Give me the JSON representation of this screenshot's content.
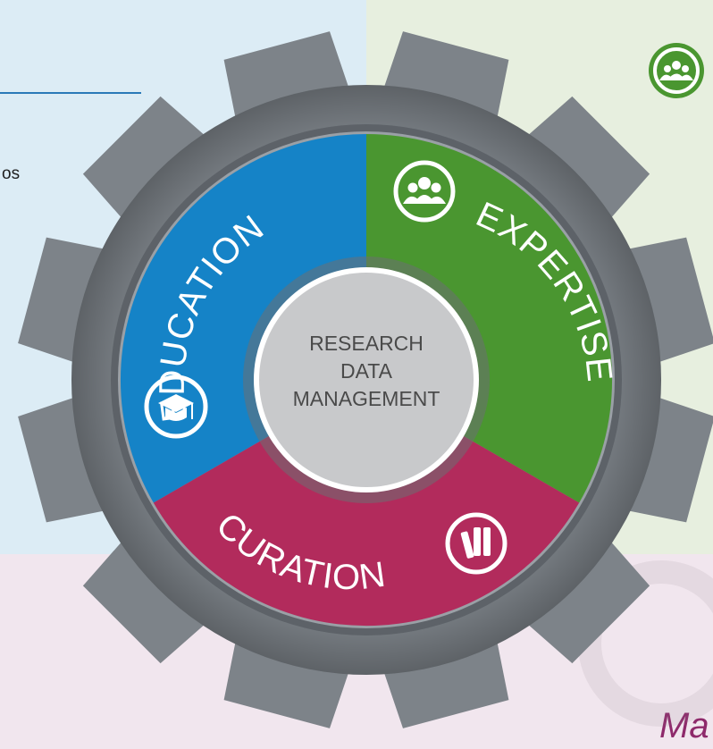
{
  "center": {
    "line1": "RESEARCH",
    "line2": "DATA",
    "line3": "MANAGEMENT"
  },
  "segments": [
    {
      "id": "education",
      "label": "EDUCATION",
      "color": "#1583c7",
      "icon": "graduation-cap-icon"
    },
    {
      "id": "expertise",
      "label": "EXPERTISE",
      "color": "#4a9630",
      "icon": "people-group-icon"
    },
    {
      "id": "curation",
      "label": "CURATION",
      "color": "#b22b5c",
      "icon": "books-icon"
    }
  ],
  "clipped": {
    "left_text": "os",
    "bottom_right_text": "Ma"
  },
  "colors": {
    "gear": "#7d8389",
    "gear_rim": "#5d6268",
    "ring_dark": "#6b6f73",
    "center_fill": "#c8c9cb",
    "center_text": "#4a4a4a",
    "bg_blue": "#dcecf5",
    "bg_green": "#e7efdf",
    "bg_pink": "#f1e6ee",
    "accent_magenta": "#8e2a6b"
  },
  "corner_icon": "people-group-icon"
}
